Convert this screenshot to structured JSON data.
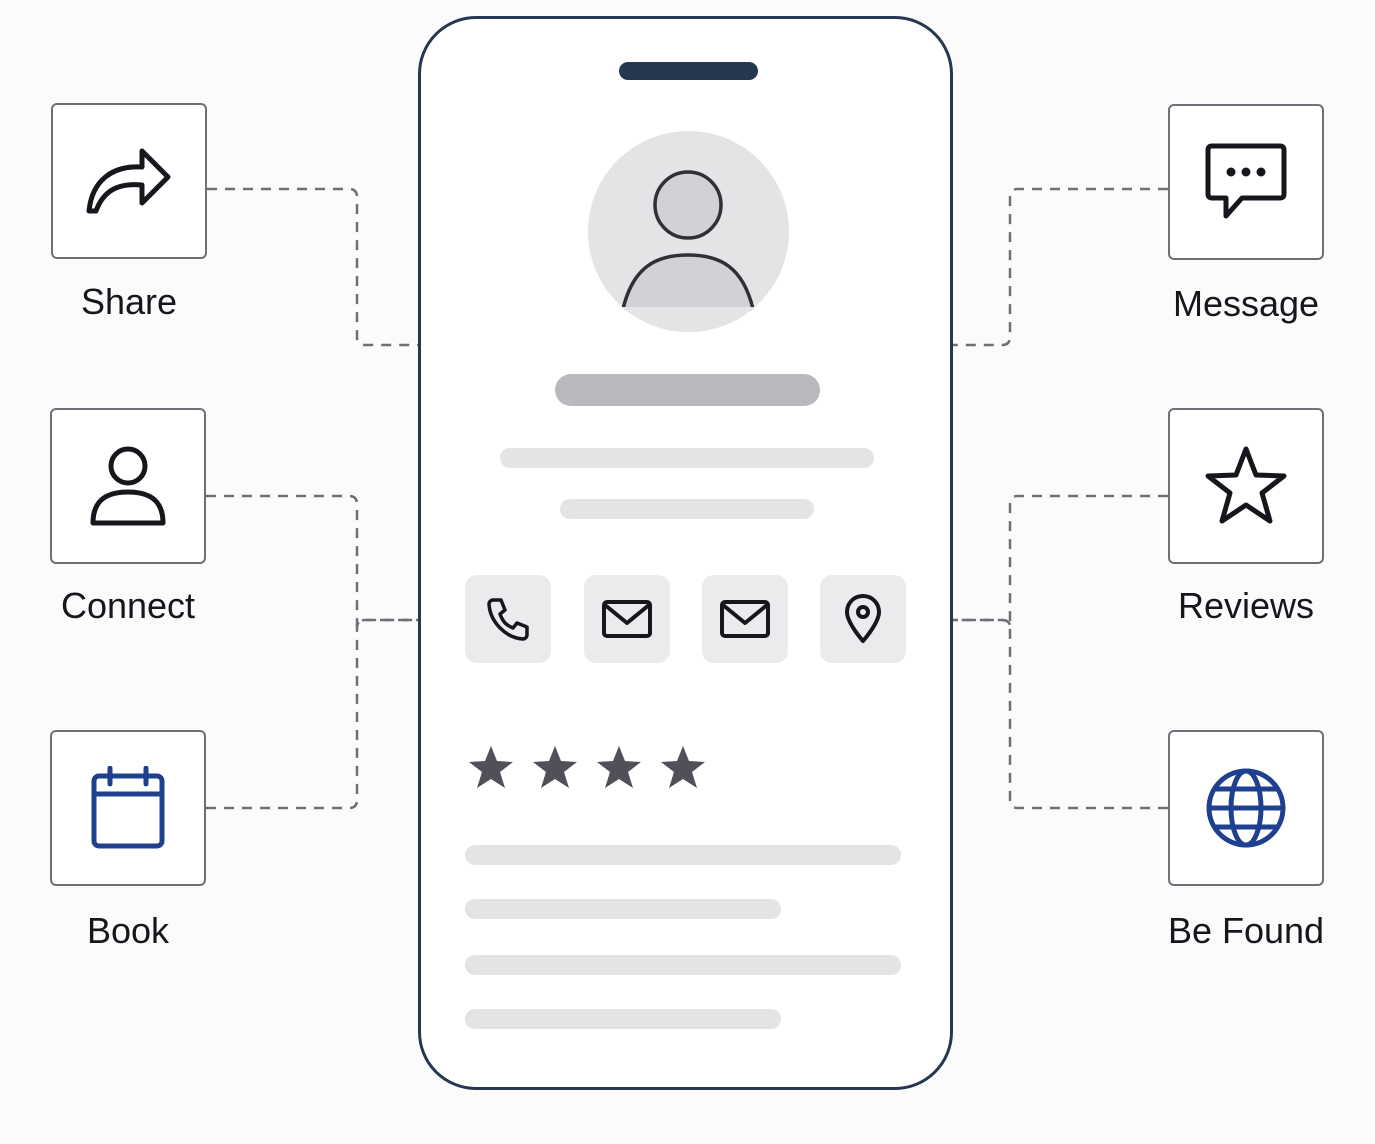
{
  "features": {
    "share": {
      "label": "Share",
      "icon": "share-arrow-icon"
    },
    "connect": {
      "label": "Connect",
      "icon": "person-icon"
    },
    "book": {
      "label": "Book",
      "icon": "calendar-icon"
    },
    "message": {
      "label": "Message",
      "icon": "chat-bubble-icon"
    },
    "reviews": {
      "label": "Reviews",
      "icon": "star-icon"
    },
    "be_found": {
      "label": "Be Found",
      "icon": "globe-icon"
    }
  },
  "profile_card": {
    "contact_actions": [
      "phone-icon",
      "mail-icon",
      "mail-icon",
      "location-pin-icon"
    ],
    "rating": {
      "stars": 4
    }
  },
  "colors": {
    "phone_frame": "#263750",
    "icon_dark": "#15171c",
    "accent_blue": "#1f3f8f",
    "connector": "#6f6f78",
    "placeholder": "#e4e4e6"
  }
}
